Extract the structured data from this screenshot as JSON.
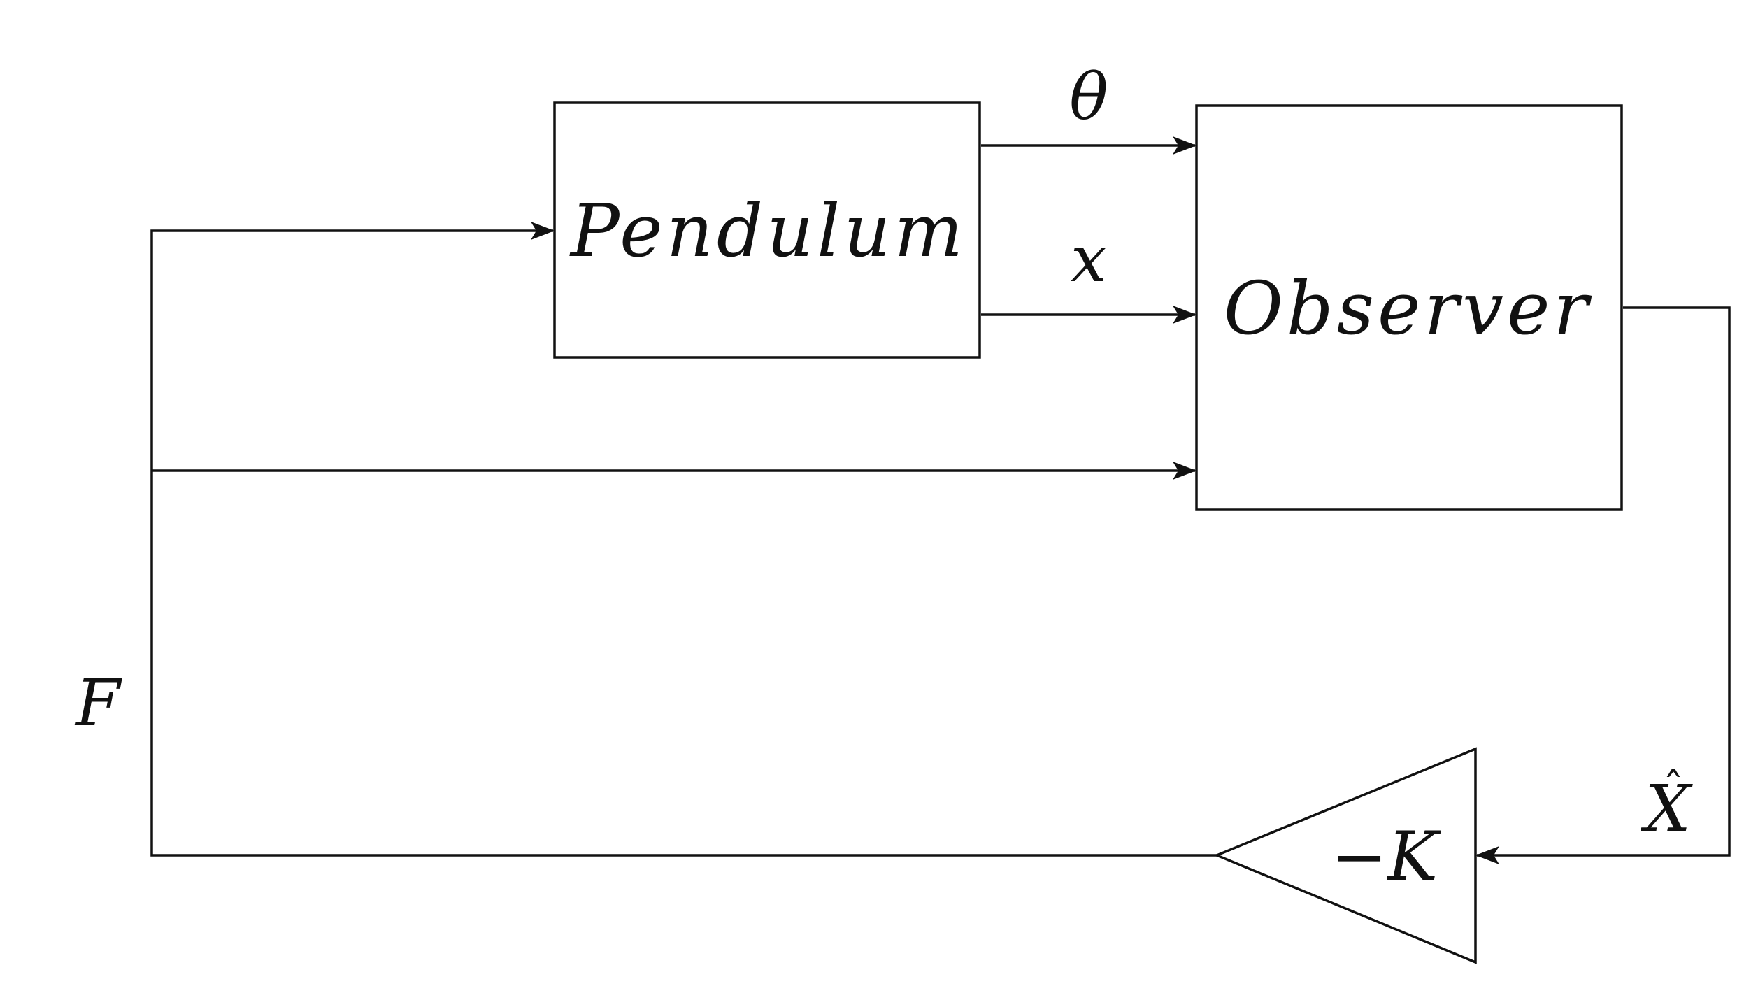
{
  "diagram": {
    "blocks": {
      "pendulum": "Pendulum",
      "observer": "Observer",
      "gain": "−K"
    },
    "signals": {
      "theta": "θ",
      "x": "x",
      "force": "F",
      "state_estimate": "X",
      "state_estimate_accent": "ˆ"
    }
  }
}
